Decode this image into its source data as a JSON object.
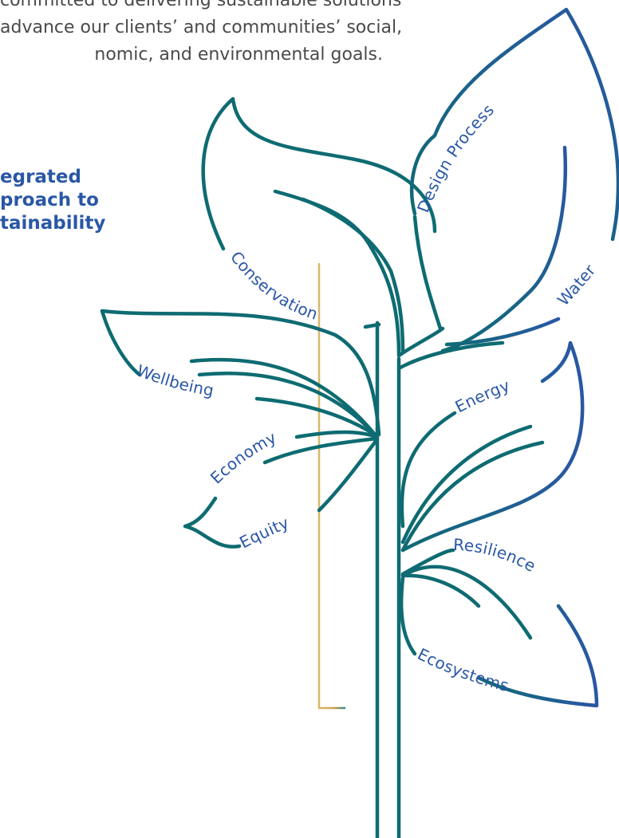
{
  "intro": {
    "line1": "committed to delivering sustainable solutions",
    "line2": "advance our clients’ and communities’ social,",
    "line3": "nomic, and environmental goals."
  },
  "heading": {
    "line1": "egrated",
    "line2": "proach to",
    "line3": "tainability"
  },
  "leaves": {
    "design_process": "Design Process",
    "water": "Water",
    "conservation": "Conservation",
    "wellbeing": "Wellbeing",
    "economy": "Economy",
    "equity": "Equity",
    "energy": "Energy",
    "resilience": "Resilience",
    "ecosystems": "Ecosystems"
  },
  "colors": {
    "teal": "#0e6b72",
    "blue": "#2a57a5",
    "gold": "#d9b76a",
    "text": "#4a4a4a"
  }
}
